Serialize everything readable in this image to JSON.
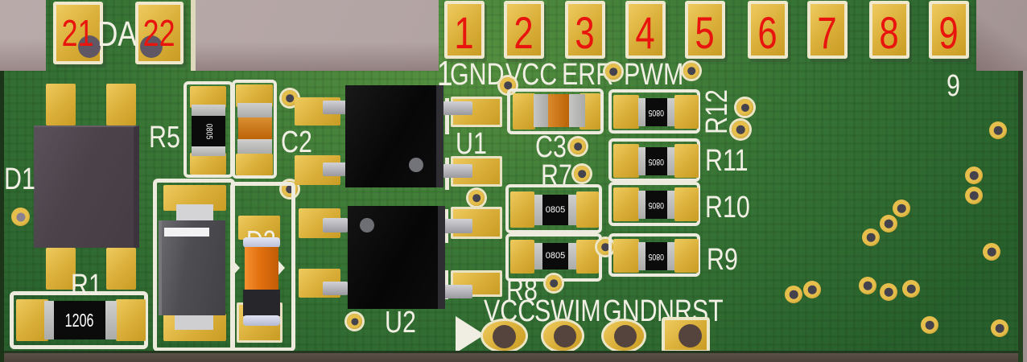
{
  "edge_top": {
    "tab": {
      "pin_21": "21",
      "pin_22": "22",
      "label": "DA"
    },
    "pins": [
      "1",
      "2",
      "3",
      "4",
      "5",
      "6",
      "7",
      "8",
      "9"
    ],
    "signals": [
      "GND",
      "VCC",
      "ERR",
      "PWM"
    ],
    "row_marker_left": "1",
    "row_marker_right": "9"
  },
  "components": {
    "D1": {
      "ref": "D1"
    },
    "R1": {
      "ref": "R1",
      "marking": "1206"
    },
    "R5": {
      "ref": "R5",
      "marking": "0805"
    },
    "C2": {
      "ref": "C2"
    },
    "D2": {
      "ref": "D2"
    },
    "U1": {
      "ref": "U1"
    },
    "U2": {
      "ref": "U2"
    },
    "C3": {
      "ref": "C3"
    },
    "R7": {
      "ref": "R7",
      "marking": "0805"
    },
    "R8": {
      "ref": "R8",
      "marking": "0805"
    },
    "R9": {
      "ref": "R9",
      "marking": "0805"
    },
    "R10": {
      "ref": "R10",
      "marking": "0805"
    },
    "R11": {
      "ref": "R11",
      "marking": "0805"
    },
    "R12": {
      "ref": "R12",
      "marking": "0805"
    }
  },
  "programming_header": {
    "pins": [
      "VCC",
      "SWIM",
      "GND",
      "NRST"
    ]
  },
  "colors": {
    "board_green": "#2c6a31",
    "pad_gold": "#ddb33f",
    "silkscreen": "#f2f0e5",
    "designator_red": "#e9140e",
    "background_mauve": "#b0a1a1"
  }
}
